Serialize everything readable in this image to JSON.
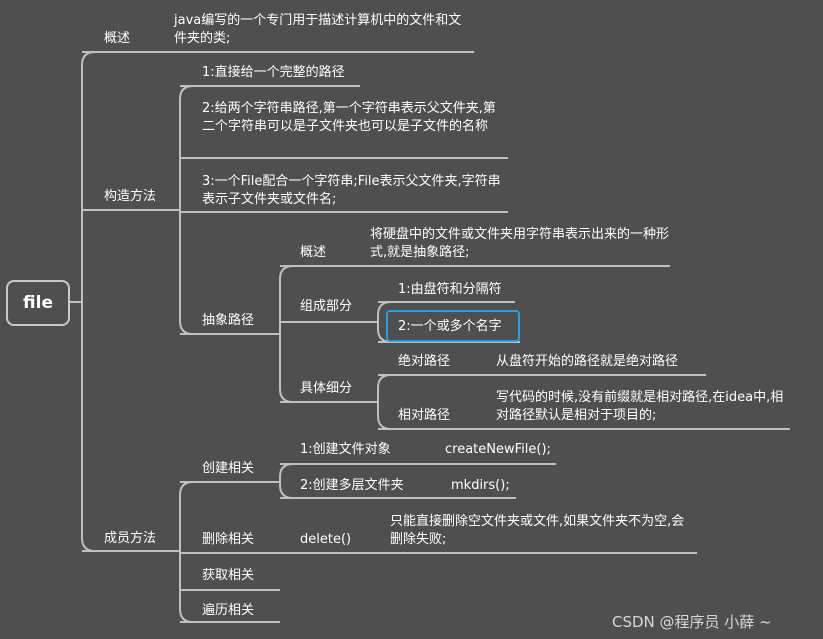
{
  "root": "file",
  "overview": {
    "label": "概述",
    "text": "java编写的一个专门用于描述计算机中的文件和文件夹的类;"
  },
  "constructors": {
    "label": "构造方法",
    "items": [
      "1:直接给一个完整的路径",
      "2:给两个字符串路径,第一个字符串表示父文件夹,第二个字符串可以是子文件夹也可以是子文件的名称",
      "3:一个File配合一个字符串;File表示父文件夹,字符串表示子文件夹或文件名;"
    ],
    "abstract_path": {
      "label": "抽象路径",
      "overview_label": "概述",
      "overview_text": "将硬盘中的文件或文件夹用字符串表示出来的一种形式,就是抽象路径;",
      "components_label": "组成部分",
      "components": [
        "1:由盘符和分隔符",
        "2:一个或多个名字"
      ],
      "detail_label": "具体细分",
      "absolute_label": "绝对路径",
      "absolute_text": "从盘符开始的路径就是绝对路径",
      "relative_label": "相对路径",
      "relative_text": "写代码的时候,没有前缀就是相对路径,在idea中,相对路径默认是相对于项目的;"
    }
  },
  "members": {
    "label": "成员方法",
    "create": {
      "label": "创建相关",
      "items": [
        {
          "name": "1:创建文件对象",
          "method": "createNewFile();"
        },
        {
          "name": "2:创建多层文件夹",
          "method": "mkdirs();"
        }
      ]
    },
    "delete": {
      "label": "删除相关",
      "method": "delete()",
      "text": "只能直接删除空文件夹或文件,如果文件夹不为空,会删除失败;"
    },
    "get": {
      "label": "获取相关"
    },
    "traverse": {
      "label": "遍历相关"
    }
  },
  "watermark": "CSDN @程序员 小薛 ~"
}
